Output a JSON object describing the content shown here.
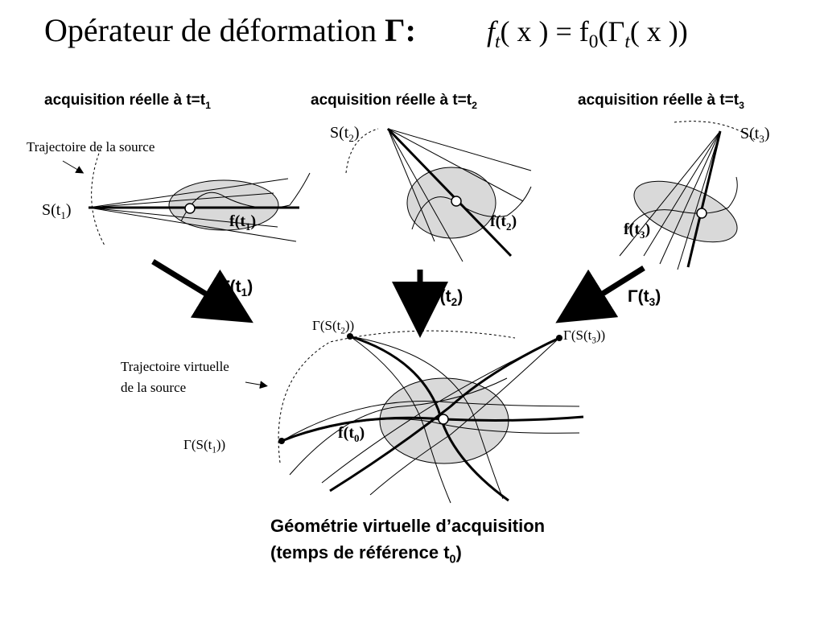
{
  "title": {
    "text": "Opérateur de déformation ",
    "gamma": "Γ:"
  },
  "formula": {
    "lhs": "f",
    "lhs_sub": "t",
    "eq": "( x ) = f",
    "rhs_sub": "0",
    "rhs": "(Γ",
    "rhs_sub2": "t",
    "tail": "( x ))"
  },
  "panels": [
    {
      "heading": "acquisition réelle à t=t",
      "heading_sub": "1",
      "source": "S(t",
      "source_sub": "1",
      "source_close": ")",
      "image": "f(t",
      "image_sub": "1",
      "image_close": ")"
    },
    {
      "heading": "acquisition réelle à t=t",
      "heading_sub": "2",
      "source": "S(t",
      "source_sub": "2",
      "source_close": ")",
      "image": "f(t",
      "image_sub": "2",
      "image_close": ")"
    },
    {
      "heading": "acquisition réelle à t=t",
      "heading_sub": "3",
      "source": "S(t",
      "source_sub": "3",
      "source_close": ")",
      "image": "f(t",
      "image_sub": "3",
      "image_close": ")"
    }
  ],
  "trajectory_label": "Trajectoire de la source",
  "virtual_trajectory_label": {
    "line1": "Trajectoire virtuelle",
    "line2": "de la source"
  },
  "arrows": [
    {
      "label": "Γ(t",
      "sub": "1",
      "close": ")"
    },
    {
      "label": "Γ(t",
      "sub": "2",
      "close": ")"
    },
    {
      "label": "Γ(t",
      "sub": "3",
      "close": ")"
    }
  ],
  "virtual_sources": [
    {
      "text": "Γ(S(t",
      "sub": "1",
      "close": "))"
    },
    {
      "text": "Γ(S(t",
      "sub": "2",
      "close": "))"
    },
    {
      "text": "Γ(S(t",
      "sub": "3",
      "close": "))"
    }
  ],
  "reference_image": {
    "text": "f(t",
    "sub": "0",
    "close": ")"
  },
  "caption": {
    "line1": "Géométrie virtuelle d’acquisition",
    "line2": "(temps de référence t",
    "line2_sub": "0",
    "line2_close": ")"
  }
}
